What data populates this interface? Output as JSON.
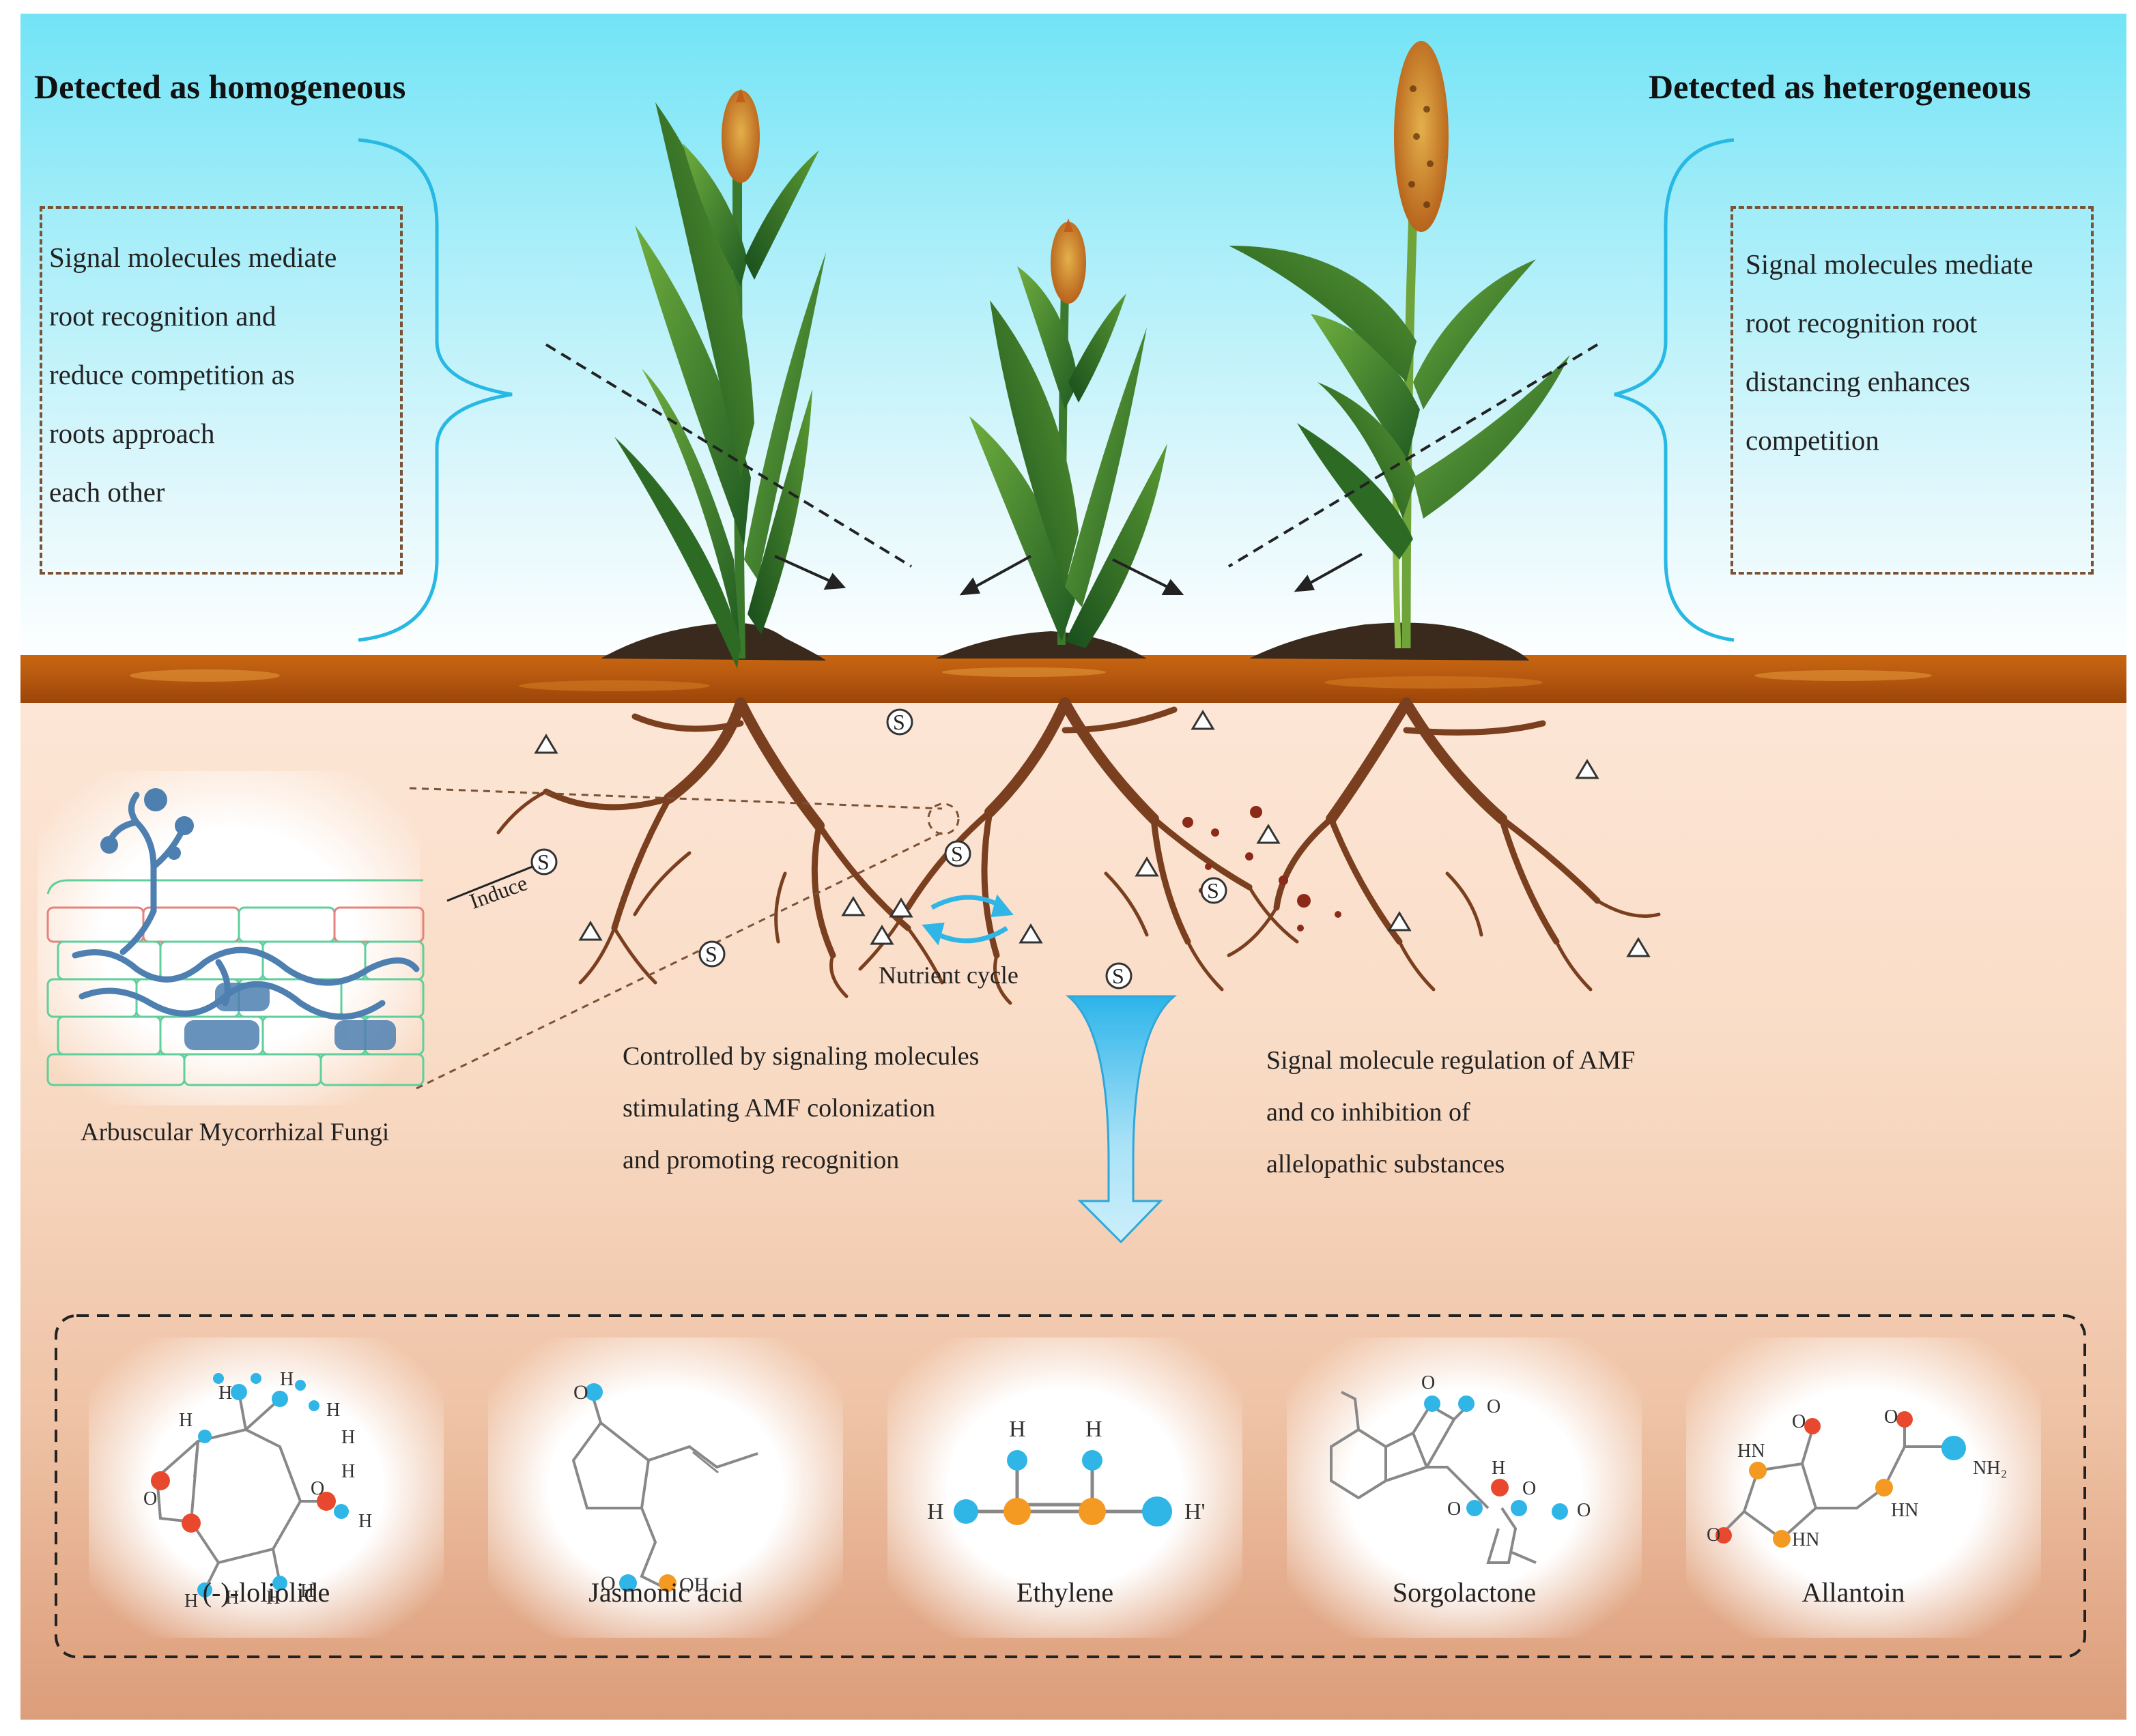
{
  "titles": {
    "left": "Detected as homogeneous",
    "right": "Detected as heterogeneous"
  },
  "boxes": {
    "left": "Signal molecules mediate\nroot recognition and\nreduce competition as\nroots approach\neach other",
    "right": "Signal molecules mediate\nroot recognition root\ndistancing enhances\ncompetition"
  },
  "underground": {
    "induce": "Induce",
    "nutrient_cycle": "Nutrient cycle",
    "amf_label": "Arbuscular Mycorrhizal Fungi",
    "middle_text": "Controlled by signaling molecules\nstimulating AMF colonization\nand promoting recognition",
    "right_text": "Signal molecule regulation of AMF\nand co inhibition of\nallelopathic substances",
    "signal_symbol": "S"
  },
  "molecules": [
    {
      "name": "(-)-loliolide"
    },
    {
      "name": "Jasmonic acid"
    },
    {
      "name": "Ethylene"
    },
    {
      "name": "Sorgolactone"
    },
    {
      "name": "Allantoin"
    }
  ],
  "atoms": {
    "H": "H",
    "O": "O",
    "OH": "OH",
    "HN": "HN",
    "NH2": "NH₂",
    "H_prime": "H'"
  },
  "colors": {
    "sky_top": "#72e4f6",
    "soil_band": "#b85a10",
    "root": "#7a3f1e",
    "leaf": "#3e7d2a",
    "brace": "#27b8e3",
    "atom_blue": "#2fb6e6",
    "atom_orange": "#f49a23",
    "atom_red": "#e8492e"
  }
}
